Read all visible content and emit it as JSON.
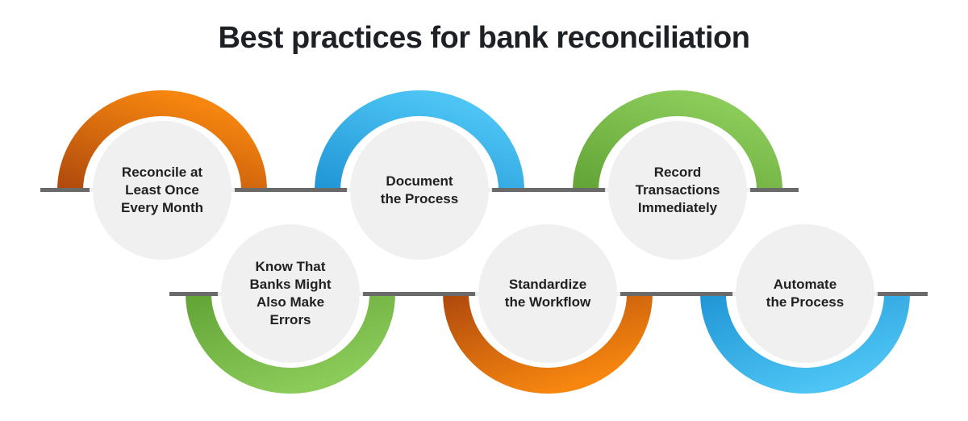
{
  "title": "Best practices for bank reconciliation",
  "nodes": [
    {
      "label": [
        "Reconcile at",
        "Least Once",
        "Every Month"
      ],
      "arc_color": "orange",
      "arc_side": "top"
    },
    {
      "label": [
        "Document",
        "the Process"
      ],
      "arc_color": "blue",
      "arc_side": "top"
    },
    {
      "label": [
        "Record",
        "Transactions",
        "Immediately"
      ],
      "arc_color": "green",
      "arc_side": "top"
    },
    {
      "label": [
        "Know That",
        "Banks Might",
        "Also Make",
        "Errors"
      ],
      "arc_color": "green",
      "arc_side": "bottom"
    },
    {
      "label": [
        "Standardize",
        "the Workflow"
      ],
      "arc_color": "orange",
      "arc_side": "bottom"
    },
    {
      "label": [
        "Automate",
        "the Process"
      ],
      "arc_color": "blue",
      "arc_side": "bottom"
    }
  ],
  "colors": {
    "orange": {
      "dark": "#b04a0d",
      "light": "#f6860f"
    },
    "green": {
      "dark": "#63a437",
      "light": "#8bcb5a"
    },
    "blue": {
      "dark": "#2196d6",
      "light": "#4dc4f4"
    },
    "connector": "#6a6a6a",
    "circle_bg": "#f0f0f0",
    "title_text": "#1d2025",
    "label_text": "#212121"
  }
}
